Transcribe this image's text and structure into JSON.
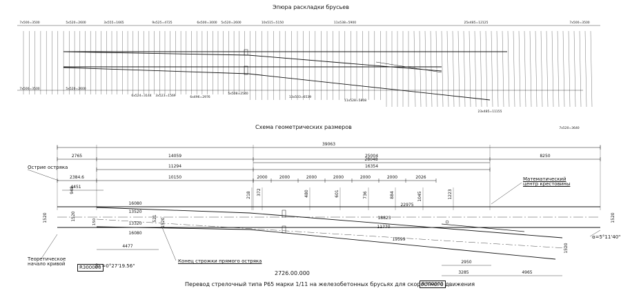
{
  "top_title": "Эпюра раскладки брусьев",
  "mid_title": "Схема геометрических размеров",
  "drawing_number": "2726.00.000",
  "drawing_caption": "Перевод стрелочный типа Р65 марки 1/11 на железобетонных брусьях для скоростного движения",
  "stamp_r_left": "R300000",
  "stamp_r_right": "R300000",
  "labels": {
    "ostrie": "Острие остряка",
    "math_center": "Математический\nцентр крестовины",
    "teor_nachalo": "Теоретическое\nначало кривой",
    "konec_strozhki": "Конец строжки прямого остряка",
    "beta": "β₁ =0°27'19.56\"",
    "alpha": "α=5°11'40\""
  },
  "top_dims": {
    "total": "39063",
    "seg_a": "2765",
    "seg_b": "14059",
    "seg_c": "25004",
    "seg_d": "8250",
    "row2_a": "11294",
    "row2_b": "28048",
    "row2_c": "16354",
    "row3_a": "2384.6",
    "row3_b": "10150",
    "row3_steps": [
      "2000",
      "2000",
      "2000",
      "2000",
      "2000",
      "2000",
      "2026"
    ]
  },
  "rail_dims": {
    "left_a": "4451",
    "left_b": "4477",
    "r16080_top": "16080",
    "r13520_top": "13520",
    "r13320": "13320",
    "r16080_bot": "16080",
    "r22975": "22975",
    "r11770": "11770",
    "r19599": "19599",
    "r18823": "18823",
    "r2950": "2950",
    "r3285": "3285",
    "r4965": "4965",
    "gauge_left": "1520",
    "gauge_right": "1520",
    "gauge_end": "1520",
    "d1520_mid": "1520",
    "d521": "521",
    "d945": "948",
    "d150": "150"
  },
  "offsets": [
    "218",
    "372",
    "480",
    "601",
    "736",
    "884",
    "1045",
    "1223"
  ],
  "ties": {
    "top_groups": [
      "7x500=3500",
      "5x520=2600",
      "3x555=1665",
      "9x525=4725",
      "6x500=3000",
      "5x520=2600",
      "10x515=5150",
      "11x538=5900",
      "25x485=12125",
      "7x500=3500"
    ],
    "bottom_groups": [
      "7x500=3500",
      "5x520=2600",
      "6x524=3144",
      "3x523=1569",
      "6x496=2976",
      "5x508=2540",
      "13x503=6539",
      "11x528=5808",
      "23x485=11155",
      "7x520=3640"
    ]
  }
}
